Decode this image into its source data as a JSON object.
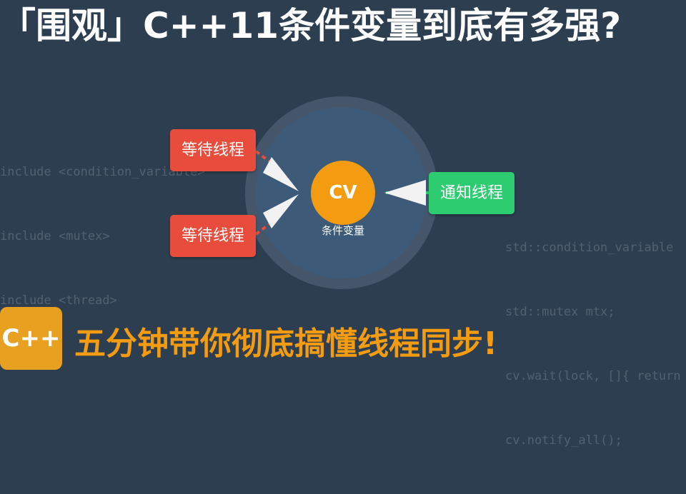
{
  "title": "「围观」C++11条件变量到底有多强?",
  "code_left": [
    "include <condition_variable>",
    "include <mutex>",
    "include <thread>"
  ],
  "code_right": [
    "std::condition_variable",
    "std::mutex mtx;",
    "cv.wait(lock, []{ return",
    "cv.notify_all();"
  ],
  "diagram": {
    "waiting_thread_label": "等待线程",
    "notify_thread_label": "通知线程",
    "cv_abbr": "CV",
    "cv_caption": "条件变量"
  },
  "badge": "C++",
  "subtitle": "五分钟带你彻底搞懂线程同步!",
  "colors": {
    "background": "#2c3e50",
    "ring_outer": "#45566a",
    "ring_inner": "#3d5a78",
    "waiting": "#e74c3c",
    "notify": "#2ecc71",
    "cv": "#f39c12",
    "accent": "#f39c12",
    "badge": "#e8a020"
  }
}
